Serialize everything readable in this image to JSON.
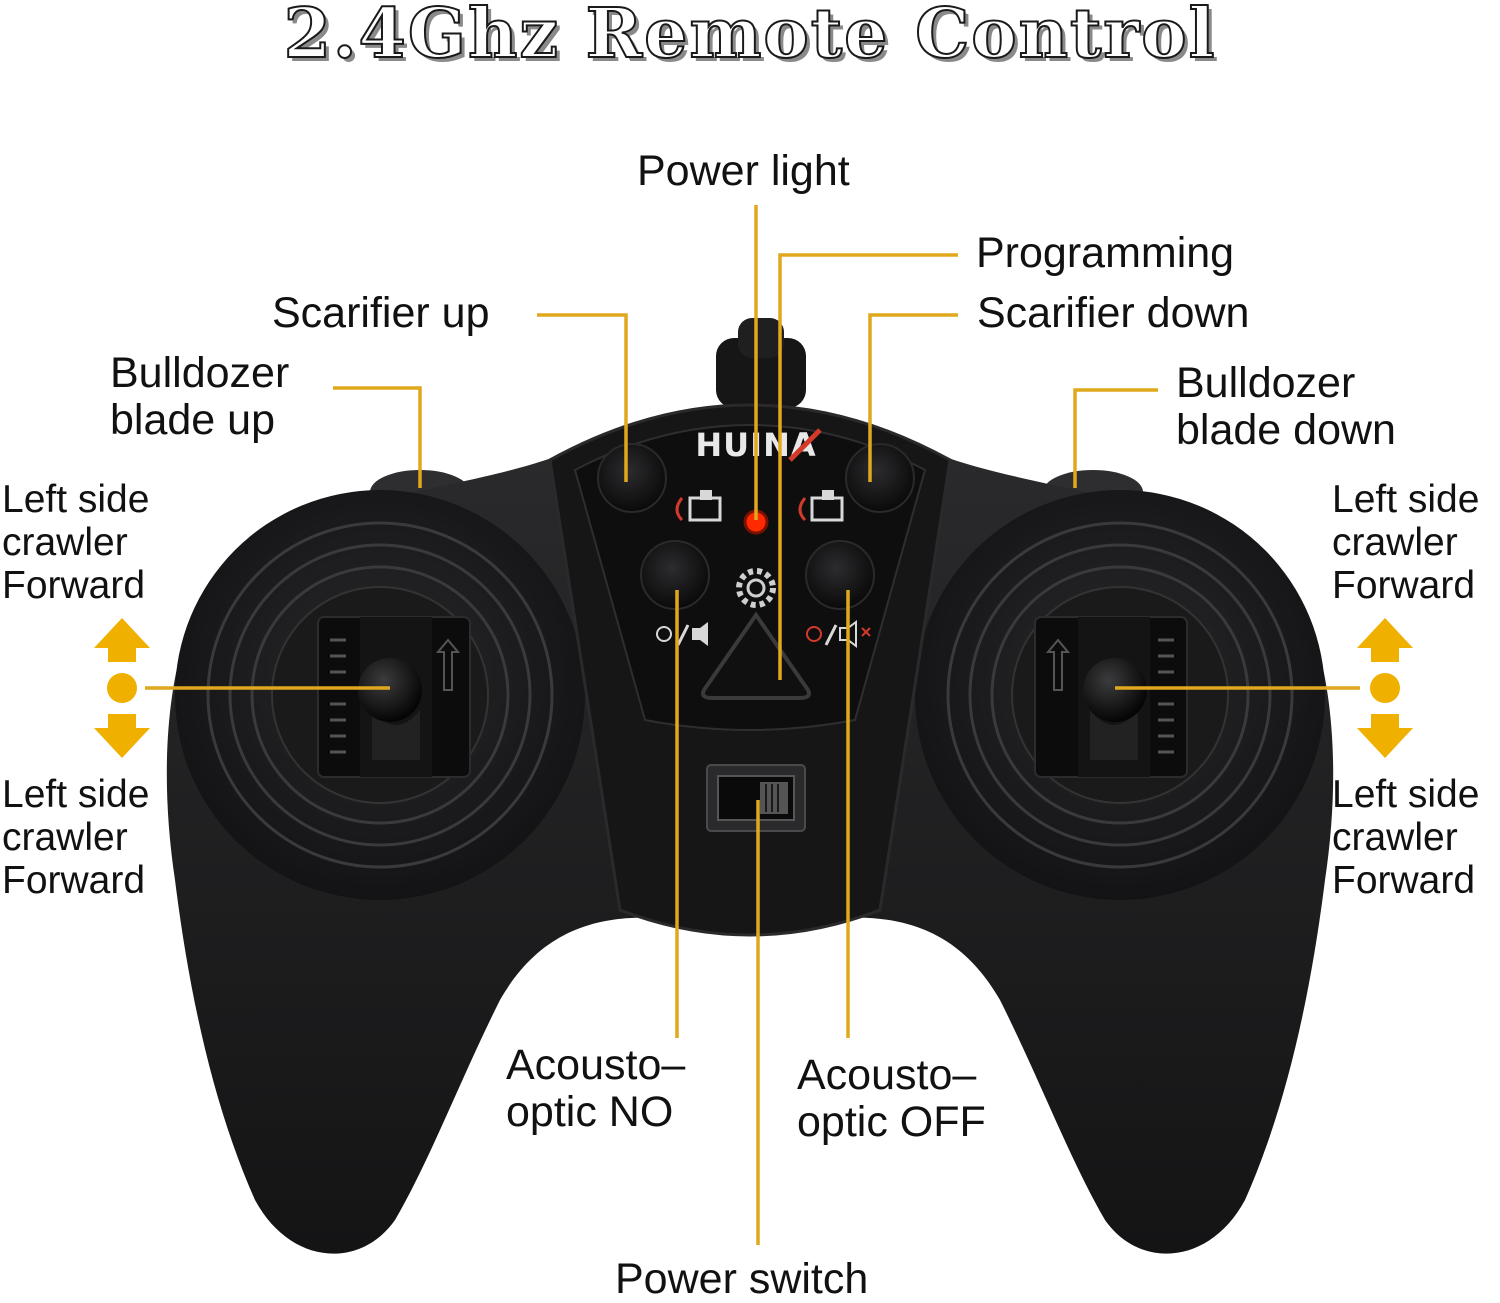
{
  "title": "2.4Ghz  Remote Control",
  "brand": "HUINA",
  "colors": {
    "leader": "#e0a81c",
    "arrow": "#f0b000",
    "body": "#1b1b1c",
    "panel": "#0f0f10",
    "led": "#ff2a00",
    "icon_red": "#d23a2a"
  },
  "labels": {
    "power_light": "Power light",
    "programming": "Programming",
    "scarifier_up": "Scarifier up",
    "scarifier_down": "Scarifier down",
    "blade_up": [
      "Bulldozer",
      "blade up"
    ],
    "blade_down": [
      "Bulldozer",
      "blade down"
    ],
    "left_top": [
      "Left side",
      "crawler",
      "Forward"
    ],
    "left_bottom": [
      "Left side",
      "crawler",
      "Forward"
    ],
    "right_top": [
      "Left side",
      "crawler",
      "Forward"
    ],
    "right_bottom": [
      "Left side",
      "crawler",
      "Forward"
    ],
    "acousto_on": [
      "Acousto–",
      "optic NO"
    ],
    "acousto_off": [
      "Acousto–",
      "optic OFF"
    ],
    "power_switch": "Power switch"
  },
  "icons": {
    "arrows": "double-arrow-up-down-icon",
    "power_light": "led-icon",
    "programming": "triangle-button-icon",
    "gear": "gear-icon"
  }
}
